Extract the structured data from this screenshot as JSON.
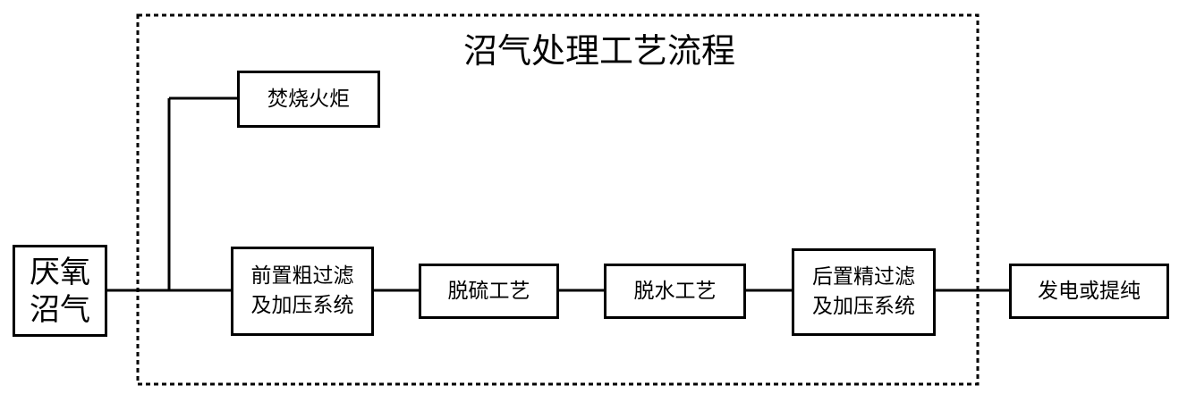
{
  "title": "沼气处理工艺流程",
  "nodes": {
    "source": "厌氧\n沼气",
    "flare": "焚烧火炬",
    "pre_filter": "前置粗过滤\n及加压系统",
    "desulfurization": "脱硫工艺",
    "dehydration": "脱水工艺",
    "post_filter": "后置精过滤\n及加压系统",
    "output": "发电或提纯"
  }
}
